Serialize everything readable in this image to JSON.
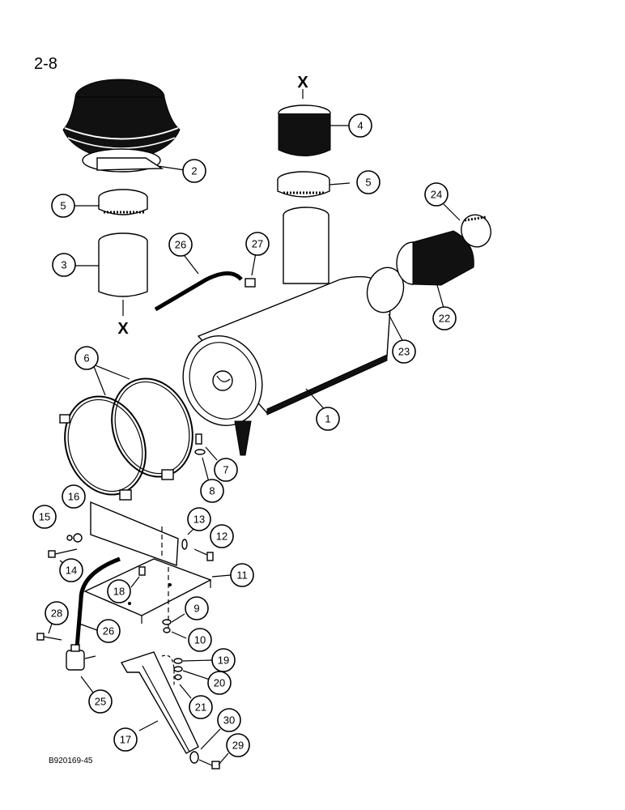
{
  "page_number": "2-8",
  "figure_code": "B920169-45",
  "x_marker": "X",
  "callouts": {
    "c1": "1",
    "c2": "2",
    "c3": "3",
    "c4": "4",
    "c5a": "5",
    "c5b": "5",
    "c6": "6",
    "c7": "7",
    "c8": "8",
    "c9": "9",
    "c10": "10",
    "c11": "11",
    "c12": "12",
    "c13": "13",
    "c14": "14",
    "c15": "15",
    "c16": "16",
    "c17": "17",
    "c18": "18",
    "c19": "19",
    "c20": "20",
    "c21": "21",
    "c22": "22",
    "c23": "23",
    "c24": "24",
    "c25": "25",
    "c26a": "26",
    "c26b": "26",
    "c27": "27",
    "c28": "28",
    "c29": "29",
    "c30": "30"
  }
}
